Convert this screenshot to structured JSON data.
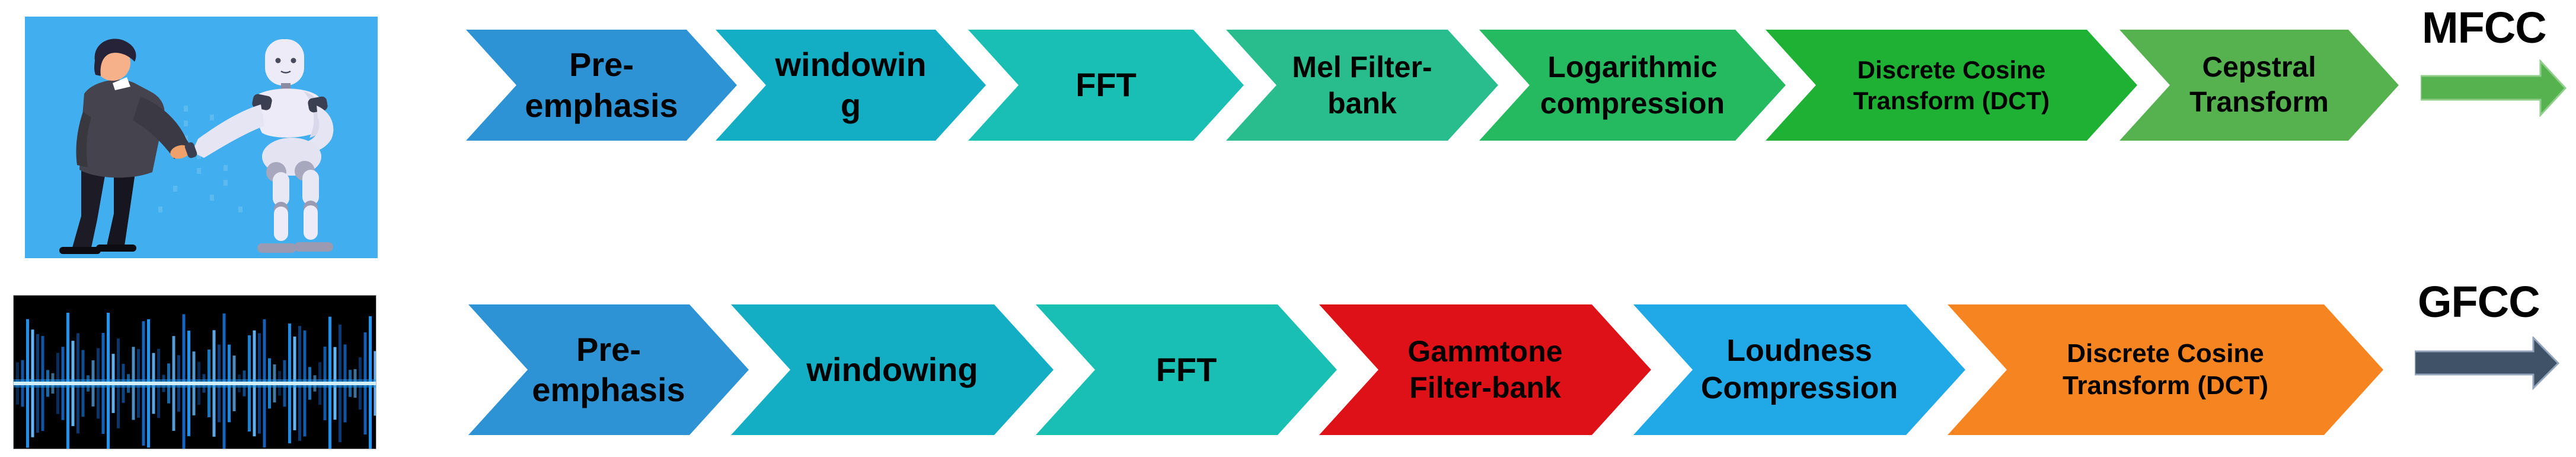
{
  "diagram_title": "MFCC and GFCC feature extraction pipelines",
  "illustrations": {
    "handshake": {
      "alt": "businessman shaking hands with humanoid robot",
      "background": "#41AFEF"
    },
    "waveform": {
      "alt": "blue audio waveform on black background",
      "background": "#000000",
      "glow": "#4FC3F7"
    }
  },
  "mfcc": {
    "output_label": "MFCC",
    "arrow_color": "#55B24F",
    "arrow_edge": "#8FCF8A",
    "steps": [
      {
        "label": "Pre-\nemphasis",
        "color": "#2E93D5"
      },
      {
        "label": "windowin\ng",
        "color": "#13AEC4"
      },
      {
        "label": "FFT",
        "color": "#18BFB2"
      },
      {
        "label": "Mel Filter-\nbank",
        "color": "#29BD8E"
      },
      {
        "label": "Logarithmic\ncompression",
        "color": "#25B960"
      },
      {
        "label": "Discrete Cosine\nTransform (DCT)",
        "color": "#1FB134"
      },
      {
        "label": "Cepstral\nTransform",
        "color": "#55B24F"
      }
    ]
  },
  "gfcc": {
    "output_label": "GFCC",
    "arrow_color": "#3F5266",
    "arrow_edge": "#93A5BD",
    "steps": [
      {
        "label": "Pre-\nemphasis",
        "color": "#2E93D5"
      },
      {
        "label": "windowing",
        "color": "#13AEC4"
      },
      {
        "label": "FFT",
        "color": "#18BFB2"
      },
      {
        "label": "Gammtone\nFilter-bank",
        "color": "#DE1117"
      },
      {
        "label": "Loudness\nCompression",
        "color": "#21A8E6"
      },
      {
        "label": "Discrete Cosine\nTransform (DCT)",
        "color": "#F68420"
      }
    ]
  }
}
